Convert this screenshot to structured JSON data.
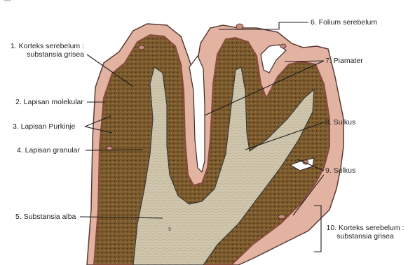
{
  "labels": {
    "l1": "1. Korteks serebelum :",
    "l1b": "substansia grisea",
    "l2": "2. Lapisan molekular",
    "l3": "3. Lapisan Purkinje",
    "l4": "4. Lapisan granular",
    "l5": "5. Substansia alba",
    "l6": "6. Folium serebelum",
    "l7": "7. Piamater",
    "l8": "8. Sulkus",
    "l9": "9. Sulkus",
    "l10": "10. Korteks serebelum :",
    "l10b": "substansia grisea"
  },
  "colors": {
    "molecular": "#e3b4a4",
    "purkinje": "#a8685c",
    "granular": "#7b5a2e",
    "white_matter": "#cfc7b0",
    "background": "#ffffff"
  }
}
